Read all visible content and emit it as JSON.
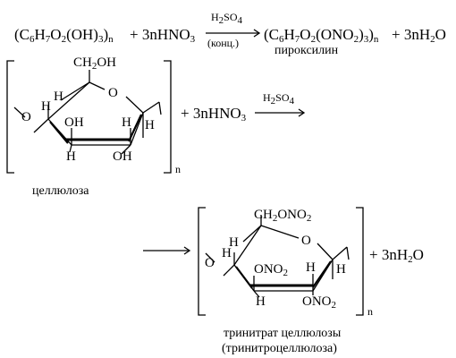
{
  "equation": {
    "reactant": "(C6H7O2(OH)3)n",
    "reagent": "+ 3nHNO3",
    "catalyst": "H2SO4",
    "condition": "(конц.)",
    "product": "(C6H7O2(ONO2)3)n",
    "byproduct": "+ 3nH2O",
    "product_name": "пироксилин"
  },
  "cellulose": {
    "ch2_group": "CH2OH",
    "ring_o": "O",
    "h_left": "H",
    "h_c4": "H",
    "oh_c3": "OH",
    "oh_c2": "OH",
    "h_c1": "H",
    "h_bot_left": "H",
    "h_bot_right": "H",
    "bridge_o": "O",
    "n": "n",
    "name": "целлюлоза"
  },
  "reaction2": {
    "reagent": "+ 3nHNO3",
    "catalyst": "H2SO4"
  },
  "nitrate": {
    "ch2_group": "CH2ONO2",
    "ring_o": "O",
    "h_left": "H",
    "h_c4": "H",
    "ono2_c3": "ONO2",
    "h_c2": "H",
    "h_c1": "H",
    "h_bot": "H",
    "ono2_c2": "ONO2",
    "bridge_o": "O",
    "n": "n",
    "byproduct": "+ 3nH2O",
    "name_line1": "тринитрат целлюлозы",
    "name_line2": "(тринитроцеллюлоза)"
  }
}
